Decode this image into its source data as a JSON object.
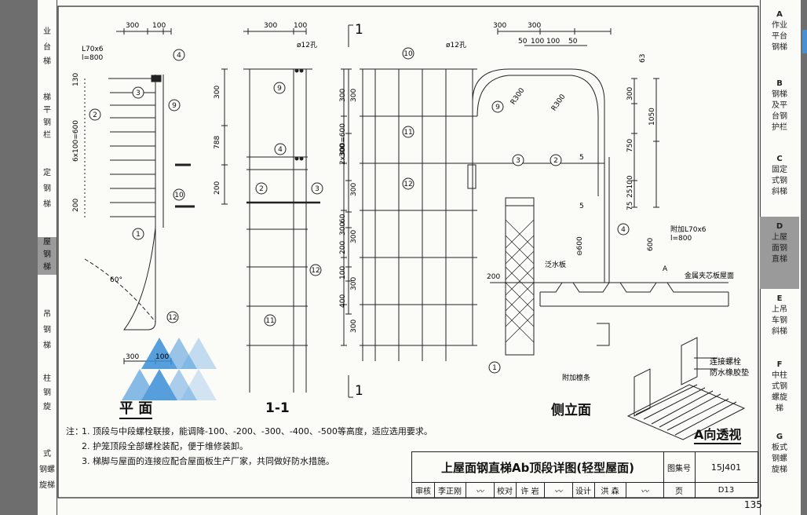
{
  "left_tabs": [
    {
      "text": "业",
      "hl": false
    },
    {
      "text": "台",
      "hl": false
    },
    {
      "text": "梯",
      "hl": false
    },
    {
      "text": "梯",
      "hl": false
    },
    {
      "text": "平",
      "hl": false
    },
    {
      "text": "钢",
      "hl": false
    },
    {
      "text": "栏",
      "hl": false
    },
    {
      "text": "定",
      "hl": false
    },
    {
      "text": "钢",
      "hl": false
    },
    {
      "text": "梯",
      "hl": false
    },
    {
      "text": "屋",
      "hl": true
    },
    {
      "text": "钢",
      "hl": true
    },
    {
      "text": "梯",
      "hl": true
    },
    {
      "text": "吊",
      "hl": false
    },
    {
      "text": "钢",
      "hl": false
    },
    {
      "text": "梯",
      "hl": false
    },
    {
      "text": "柱",
      "hl": false
    },
    {
      "text": "钢",
      "hl": false
    },
    {
      "text": "旋",
      "hl": false
    },
    {
      "text": "式",
      "hl": false
    },
    {
      "text": "钢螺",
      "hl": false
    },
    {
      "text": "旋梯",
      "hl": false
    }
  ],
  "right_tabs": [
    {
      "letter": "A",
      "text": "作业\n平台\n钢梯",
      "hl": false
    },
    {
      "letter": "B",
      "text": "钢梯\n及平\n台钢\n护栏",
      "hl": false
    },
    {
      "letter": "C",
      "text": "固定\n式钢\n斜梯",
      "hl": false
    },
    {
      "letter": "D",
      "text": "上屋\n面钢\n直梯",
      "hl": true
    },
    {
      "letter": "E",
      "text": "上吊\n车钢\n斜梯",
      "hl": false
    },
    {
      "letter": "F",
      "text": "中柱\n式钢\n螺旋\n梯",
      "hl": false
    },
    {
      "letter": "G",
      "text": "板式\n钢螺\n旋梯",
      "hl": false
    }
  ],
  "plan": {
    "label": "平 面",
    "dims_top": [
      "300",
      "100"
    ],
    "angle_note": "L70x6\nl=800",
    "vertical_dims": [
      "130",
      "6x100=600",
      "200"
    ],
    "angle": "60°",
    "bottom_dims": [
      "300",
      "100"
    ],
    "callouts": [
      "1",
      "2",
      "3",
      "4",
      "9",
      "10",
      "12"
    ]
  },
  "section11": {
    "label": "1-1",
    "dims_top": [
      "300",
      "100"
    ],
    "hole": "ø12孔",
    "left_dims": [
      "300",
      "788",
      "200"
    ],
    "right_dims": [
      "300",
      "300",
      "300",
      "60",
      "200",
      "100",
      "400"
    ],
    "callouts": [
      "2",
      "3",
      "4",
      "9",
      "11",
      "12"
    ]
  },
  "side": {
    "label": "侧立面",
    "section_mark_top": "1",
    "section_mark_bottom": "1",
    "dims_top": [
      "300",
      "300",
      "50",
      "100",
      "100",
      "50"
    ],
    "hole": "ø12孔",
    "left_dim": "2x300=600",
    "left_dims": [
      "300",
      "300",
      "300",
      "300",
      "300"
    ],
    "radii": [
      "R300",
      "R300"
    ],
    "right_dims": [
      "63",
      "300",
      "1050",
      "750",
      "25100",
      "75"
    ],
    "dim_600a": "600",
    "dim_600b": "⊖600",
    "dim_200": "200",
    "five": [
      "5",
      "5"
    ],
    "angle_note": "附加L70x6\nl=800",
    "flashing": "泛水板",
    "roof": "金属夹芯板屋面",
    "arrow_a": "A",
    "purlin": "附加檩条",
    "callouts": [
      "1",
      "2",
      "3",
      "4",
      "9",
      "10",
      "11",
      "12"
    ]
  },
  "persp": {
    "label": "A向透视",
    "bolt": "连接螺栓",
    "gasket": "防水橡胶垫"
  },
  "notes": {
    "head": "注：",
    "items": [
      "1. 顶段与中段螺栓联接，能调降-100、-200、-300、-400、-500等高度，适应选用要求。",
      "2. 护笼顶段全部螺栓装配，便于维修装卸。",
      "3. 梯脚与屋面的连接应配合屋面板生产厂家，共同做好防水措施。"
    ]
  },
  "title_block": {
    "title": "上屋面钢直梯Ab顶段详图(轻型屋面)",
    "atlas_label": "图集号",
    "atlas_no": "15J401",
    "page_label": "页",
    "page_code": "D13",
    "row": [
      "审核",
      "李正刚",
      "",
      "校对",
      "许 岩",
      "",
      "设计",
      "洪 森",
      "",
      "页"
    ]
  },
  "page_number": "135"
}
